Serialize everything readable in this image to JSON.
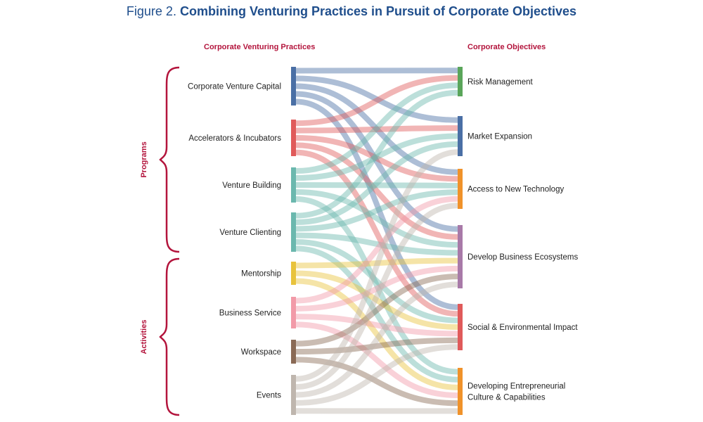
{
  "figure": {
    "title_prefix": "Figure 2.",
    "title_main": "Combining Venturing Practices in Pursuit of Corporate Objectives"
  },
  "headers": {
    "left": "Corporate Venturing Practices",
    "right": "Corporate Objectives"
  },
  "groups": [
    {
      "label": "Programs",
      "sources": [
        "Corporate Venture Capital",
        "Accelerators & Incubators",
        "Venture Building",
        "Venture Clienting"
      ]
    },
    {
      "label": "Activities",
      "sources": [
        "Mentorship",
        "Business Service",
        "Workspace",
        "Events"
      ]
    }
  ],
  "colors": {
    "bracket": "#b3143c",
    "Corporate Venture Capital": "#4a6fa5",
    "Accelerators & Incubators": "#e05a5a",
    "Venture Building": "#6bb8ae",
    "Venture Clienting": "#6bb8ae",
    "Mentorship": "#e8c33c",
    "Business Service": "#f29aa8",
    "Workspace": "#8a6a55",
    "Events": "#bfb6ae",
    "Risk Management": "#5aa55a",
    "Market Expansion": "#4a6fa5",
    "Access to New Technology": "#f0922a",
    "Develop Business Ecosystems": "#a87aa8",
    "Social & Environmental Impact": "#e05a5a",
    "Developing Entrepreneurial Culture & Capabilities": "#f0922a"
  },
  "sources": [
    {
      "name": "Corporate Venture Capital",
      "label_lines": [
        "Corporate Venture Capital"
      ]
    },
    {
      "name": "Accelerators & Incubators",
      "label_lines": [
        "Accelerators & Incubators"
      ]
    },
    {
      "name": "Venture Building",
      "label_lines": [
        "Venture Building"
      ]
    },
    {
      "name": "Venture Clienting",
      "label_lines": [
        "Venture Clienting"
      ]
    },
    {
      "name": "Mentorship",
      "label_lines": [
        "Mentorship"
      ]
    },
    {
      "name": "Business Service",
      "label_lines": [
        "Business Service"
      ]
    },
    {
      "name": "Workspace",
      "label_lines": [
        "Workspace"
      ]
    },
    {
      "name": "Events",
      "label_lines": [
        "Events"
      ]
    }
  ],
  "targets": [
    {
      "name": "Risk Management",
      "label_lines": [
        "Risk Management"
      ]
    },
    {
      "name": "Market Expansion",
      "label_lines": [
        "Market Expansion"
      ]
    },
    {
      "name": "Access to New Technology",
      "label_lines": [
        "Access to New Technology"
      ]
    },
    {
      "name": "Develop Business Ecosystems",
      "label_lines": [
        "Develop Business Ecosystems"
      ]
    },
    {
      "name": "Social & Environmental Impact",
      "label_lines": [
        "Social & Environmental Impact"
      ]
    },
    {
      "name": "Developing Entrepreneurial Culture & Capabilities",
      "label_lines": [
        "Developing Entrepreneurial",
        "Culture & Capabilities"
      ]
    }
  ],
  "links": [
    {
      "source": "Corporate Venture Capital",
      "target": "Risk Management"
    },
    {
      "source": "Corporate Venture Capital",
      "target": "Market Expansion"
    },
    {
      "source": "Corporate Venture Capital",
      "target": "Access to New Technology"
    },
    {
      "source": "Corporate Venture Capital",
      "target": "Develop Business Ecosystems"
    },
    {
      "source": "Corporate Venture Capital",
      "target": "Social & Environmental Impact"
    },
    {
      "source": "Accelerators & Incubators",
      "target": "Risk Management"
    },
    {
      "source": "Accelerators & Incubators",
      "target": "Market Expansion"
    },
    {
      "source": "Accelerators & Incubators",
      "target": "Access to New Technology"
    },
    {
      "source": "Accelerators & Incubators",
      "target": "Develop Business Ecosystems"
    },
    {
      "source": "Accelerators & Incubators",
      "target": "Social & Environmental Impact"
    },
    {
      "source": "Venture Building",
      "target": "Risk Management"
    },
    {
      "source": "Venture Building",
      "target": "Market Expansion"
    },
    {
      "source": "Venture Building",
      "target": "Access to New Technology"
    },
    {
      "source": "Venture Building",
      "target": "Develop Business Ecosystems"
    },
    {
      "source": "Venture Building",
      "target": "Developing Entrepreneurial Culture & Capabilities"
    },
    {
      "source": "Venture Clienting",
      "target": "Risk Management"
    },
    {
      "source": "Venture Clienting",
      "target": "Market Expansion"
    },
    {
      "source": "Venture Clienting",
      "target": "Access to New Technology"
    },
    {
      "source": "Venture Clienting",
      "target": "Develop Business Ecosystems"
    },
    {
      "source": "Venture Clienting",
      "target": "Social & Environmental Impact"
    },
    {
      "source": "Venture Clienting",
      "target": "Developing Entrepreneurial Culture & Capabilities"
    },
    {
      "source": "Mentorship",
      "target": "Develop Business Ecosystems"
    },
    {
      "source": "Mentorship",
      "target": "Social & Environmental Impact"
    },
    {
      "source": "Mentorship",
      "target": "Developing Entrepreneurial Culture & Capabilities"
    },
    {
      "source": "Business Service",
      "target": "Access to New Technology"
    },
    {
      "source": "Business Service",
      "target": "Develop Business Ecosystems"
    },
    {
      "source": "Business Service",
      "target": "Social & Environmental Impact"
    },
    {
      "source": "Business Service",
      "target": "Developing Entrepreneurial Culture & Capabilities"
    },
    {
      "source": "Workspace",
      "target": "Develop Business Ecosystems"
    },
    {
      "source": "Workspace",
      "target": "Social & Environmental Impact"
    },
    {
      "source": "Workspace",
      "target": "Developing Entrepreneurial Culture & Capabilities"
    },
    {
      "source": "Events",
      "target": "Market Expansion"
    },
    {
      "source": "Events",
      "target": "Access to New Technology"
    },
    {
      "source": "Events",
      "target": "Develop Business Ecosystems"
    },
    {
      "source": "Events",
      "target": "Social & Environmental Impact"
    },
    {
      "source": "Events",
      "target": "Developing Entrepreneurial Culture & Capabilities"
    }
  ]
}
